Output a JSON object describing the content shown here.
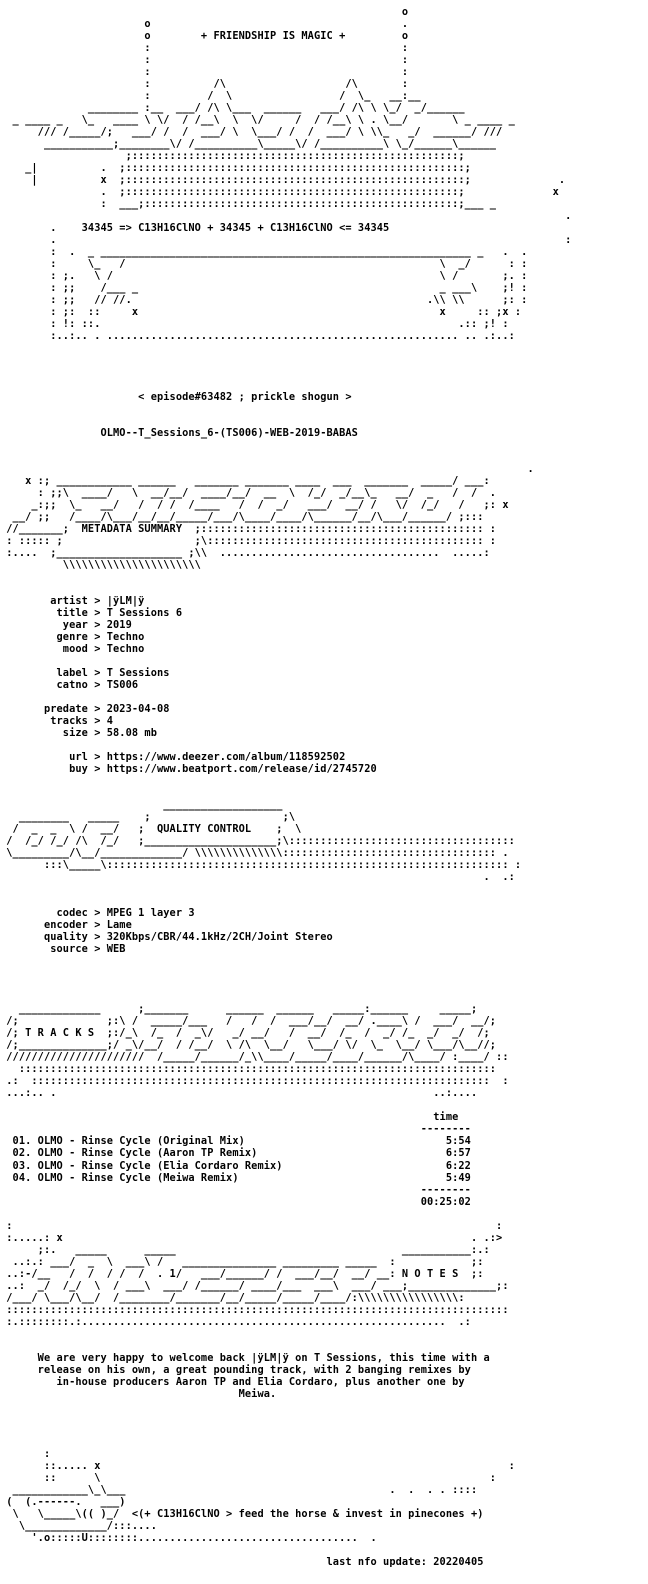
{
  "lines": [
    "                                                                o",
    "                       o                                        .",
    "                       o        + FRIENDSHIP IS MAGIC +         o",
    "                       :                                        :",
    "                       :                                        :",
    "                       :                                        :",
    "                       :          /\\                   /\\       :",
    "                       :         /  \\                 /  \\_   __:__",
    "              ________ :__  ___/ /\\ \\___  ______   ___/ /\\ \\ \\_/  _/______",
    "  _ ____ _   \\_   ____ \\ \\/  / /__\\  \\  \\/     /  / /__\\ \\ . \\__/       \\ _ ____ _",
    "      /// /_____/;   ___/ /  /  ___/ \\  \\___/ /  /  ___/ \\ \\\\_   _/  ______/ /// ",
    "       ___________;________\\/ /__________\\_____\\/ /__________\\ \\_/______\\______",
    "                    ;::::::::::::::::::::::::::::::::::::::::::::::::::::;",
    "    _|          .  ;::::::::::::::::::::::::::::::::::::::::::::::::::::::;",
    "     |          x  ;::::::::::::::::::::::::::::::::::::::::::::::::::::::;              .",
    "                .  ;:::::::::::::::::::::::::::::::::::::::::::::::::::::;              x",
    "                :  ___;::::::::::::::::::::::::::::::::::::::::::::::::::;___ _",
    "                                                                                          .",
    "        .    34345 => C13H16ClNO + 34345 + C13H16ClNO <= 34345",
    "        .                                                                                 :",
    "        :  .  _ ___________________________________________________________ _   .  .",
    "        :     \\_   /                                                  \\  _/      : :",
    "        : ;.   \\ /                                                    \\ /       ;. :",
    "        : ;;    /___ _                                                _ ___\\    ;! :",
    "        : ;;   // //.                                               .\\\\ \\\\      ;: :",
    "        : ;:  ::     x                                                x     :: ;x :",
    "        : !: ::.                                                         .:: ;! :",
    "        :..:.. . ........................................................ .. .:..:",
    "",
    "",
    "",
    "",
    "                      < episode#63482 ; prickle shogun >",
    "",
    "",
    "                OLMO--T_Sessions_6-(TS006)-WEB-2019-BABAS",
    "",
    "",
    "                                                                                    .",
    "    x :; ____________ ______   _______ _______ ____  ___  _______  _____/ ___:",
    "      : ;;\\  ____/   \\  __/__/  ____/__/  __  \\  /_/  _/__\\_   __/  _   /  /  .",
    "     _:;;  \\_   __/   /  / /  /____   /  /  _/   ___/  __/ /   \\/  /_/   /   ;: x",
    "  __/ ;;   /____/\\___/__/__/_____/___/\\____/____/\\______/__/\\___/______/ ;:::",
    " //_______;  METADATA SUMMARY  ;::::::::::::::::::::::::::::::::::::::::::::: :",
    " : ::::: ;                     ;\\:::::::::::::::::::::::::::::::::::::::::::: :",
    " :....  ;____________________ ;\\\\  ...................................  .....:",
    "          \\\\\\\\\\\\\\\\\\\\\\\\\\\\\\\\\\\\\\\\\\\\",
    "",
    "",
    "        artist > |ÿLM|ÿ",
    "         title > T Sessions 6",
    "          year > 2019",
    "         genre > Techno",
    "          mood > Techno",
    "",
    "         label > T Sessions",
    "         catno > TS006",
    "",
    "       predate > 2023-04-08",
    "        tracks > 4",
    "          size > 58.08 mb",
    "",
    "           url > https://www.deezer.com/album/118592502",
    "           buy > https://www.beatport.com/release/id/2745720",
    "",
    "",
    "                          ___________________",
    "   ________   _____    ;                     ;\\",
    "  /  _  _  \\ /  __/   ;  QUALITY CONTROL    ;  \\",
    " /  /_/ /_/ /\\  /_/   ;_____________________;\\::::::::::::::::::::::::::::::::::::",
    " \\_________/\\__/_____________/ \\\\\\\\\\\\\\\\\\\\\\\\\\\\:::::::::::::::::::::::::::::::::: .",
    "       :::\\_____\\:::::::::::::::::::::::::::::::::::::::::::::::::::::::::::::::: :",
    "                                                                             .  .:",
    "",
    "",
    "         codec > MPEG 1 layer 3",
    "       encoder > Lame",
    "       quality > 320Kbps/CBR/44.1kHz/2CH/Joint Stereo",
    "        source > WEB",
    "",
    "",
    "",
    "",
    "   _____________      ;_______      ______  ______   _____:______     _____;",
    " /;              ;:\\ /  _____/___   /   /  /  ___/__/  __/ .____\\ /  ___/  __/;",
    " /; T R A C K S  ;:/_\\  /_  /  _\\/   _/ __/   /  __/  /_  /  _/ /_  _/  _/  /;",
    " /;______________;/ _\\/__/  / /__/  \\ /\\  \\__/   \\___/ \\/  \\_  \\__/ \\___/\\__//;",
    " //////////////////////  /_____/______/_\\\\____/_____/____/______/\\____/ :____/ ::",
    "   ::::::::::::::::::::::::::::::::::::::::::::::::::::::::::::::::::::::::::::",
    " .:  :::::::::::::::::::::::::::::::::::::::::::::::::::::::::::::::::::::::::  :",
    " ...:.. .                                                            ..:....",
    "",
    "                                                                     time",
    "                                                                   --------",
    "  01. OLMO - Rinse Cycle (Original Mix)                                5:54",
    "  02. OLMO - Rinse Cycle (Aaron TP Remix)                              6:57",
    "  03. OLMO - Rinse Cycle (Elia Cordaro Remix)                          6:22",
    "  04. OLMO - Rinse Cycle (Meiwa Remix)                                 5:49",
    "                                                                   --------",
    "                                                                   00:25:02",
    "",
    " :                                                                             :",
    " :.....: x                                                                 . .:>",
    "      ;:.   _____      _____                                    ___________:.:",
    "  ..:.: ___/  _  \\  ___\\ /   _______________ _________ _____  :            ;:",
    " ..:-/__   /  /  / /  /  . 1/   ___/______/ /  ___/__/  __/ __: N O T E S  ;:",
    " ..:  _/  /_/  \\  / ___\\  ___/ /______/ ____/___  ___\\  ___/ ___;______________;:",
    " /___/ \\___/\\__/  /________/_______/__/_____/_____/____/:\\\\\\\\\\\\\\\\\\\\\\\\\\\\\\\\:",
    " ::::::::::::::::::::::::::::::::::::::::::::::::::::::::::::::::::::::::::::::::",
    " :.::::::::.:..........................................................  .:",
    "",
    "",
    "      We are very happy to welcome back |ÿLM|ÿ on T Sessions, this time with a",
    "      release on his own, a great pounding track, with 2 banging remixes by",
    "         in-house producers Aaron TP and Elia Cordaro, plus another one by",
    "                                      Meiwa.",
    "",
    "",
    "",
    "",
    "       :",
    "       ::..... x                                                                 :",
    "       ::      \\                                                              :",
    "  ____________\\_\\___                                          .  .  . . ::::",
    " (  (.------.   ___)",
    "  \\   \\_____\\(( )_/  <(+ C13H16ClNO > feed the horse & invest in pinecones +)",
    "   \\_____________/:::....",
    "     '.o:::::U::::::::...................................  .",
    "",
    "                                                    last nfo update: 20220405"
  ]
}
